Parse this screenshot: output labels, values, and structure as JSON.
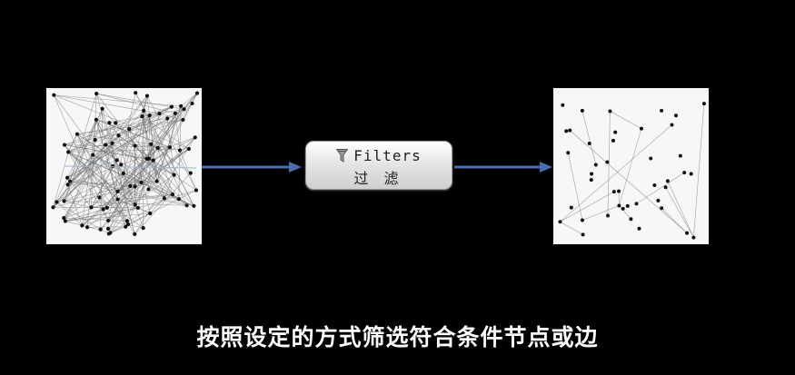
{
  "filter_node": {
    "title": "Filters",
    "subtitle": "过 滤",
    "icon": "funnel-icon"
  },
  "caption": "按照设定的方式筛选符合条件节点或边",
  "colors": {
    "background": "#000000",
    "panel": "#f7f7f7",
    "arrow": "#4a6fb0",
    "node": "#111111",
    "edge": "#888888"
  },
  "graphs": {
    "before": {
      "description_hidden": true
    },
    "after": {
      "description_hidden": true
    }
  }
}
